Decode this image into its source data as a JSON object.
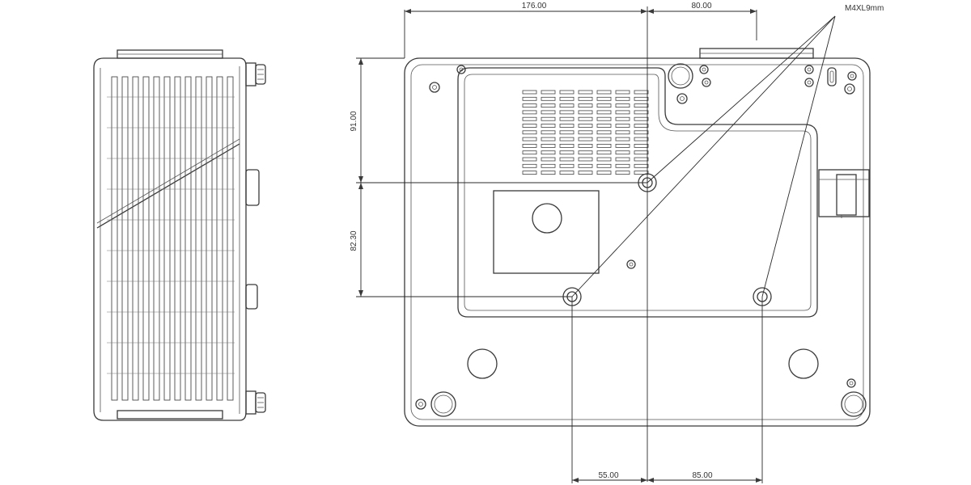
{
  "dimensions": {
    "top_left": "176.00",
    "top_right": "80.00",
    "vertical_upper": "91.00",
    "vertical_lower": "82.30",
    "bottom_left": "55.00",
    "bottom_right": "85.00"
  },
  "callout": {
    "label": "M4XL9mm"
  },
  "colors": {
    "line": "#3a3a3a",
    "background": "#ffffff"
  }
}
